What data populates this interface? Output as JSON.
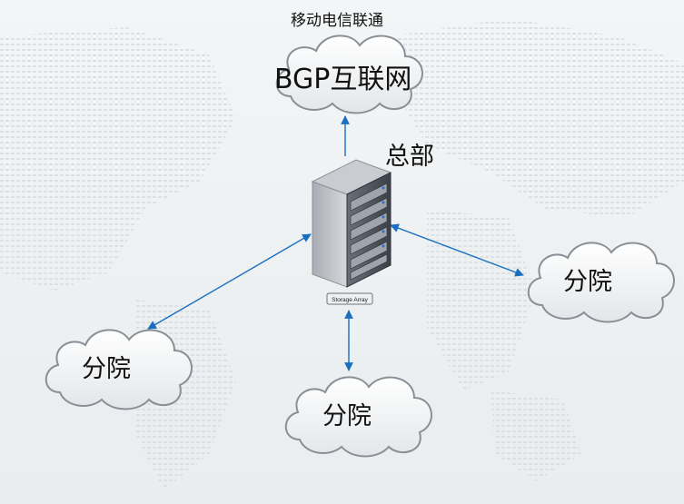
{
  "diagram": {
    "top_label": "移动电信联通",
    "internet_cloud": "BGP互联网",
    "hq_label": "总部",
    "server_tag": "Storage Array",
    "branches": [
      {
        "label": "分院"
      },
      {
        "label": "分院"
      },
      {
        "label": "分院"
      }
    ]
  },
  "colors": {
    "link": "#1a6fc0",
    "cloud_fill": "#f4f5f6",
    "cloud_stroke": "#8a8f95",
    "server_face": "#5a6068"
  }
}
